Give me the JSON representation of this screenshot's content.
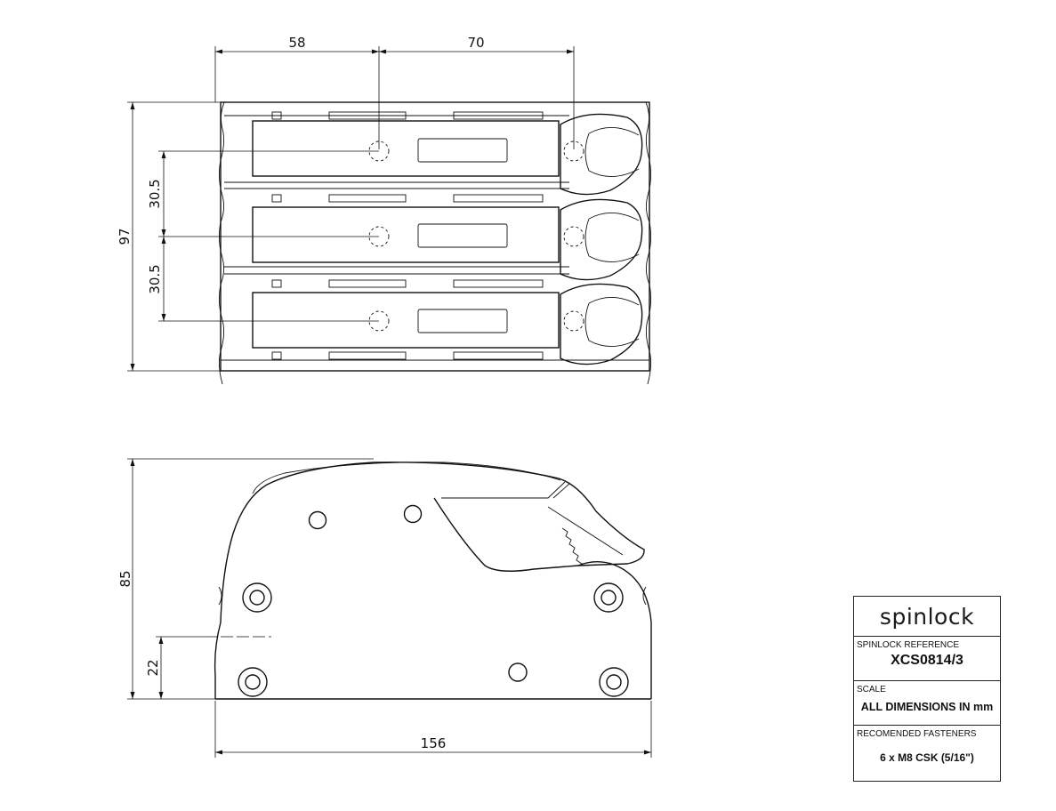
{
  "drawing": {
    "top_view": {
      "dim_width_left": "58",
      "dim_width_right": "70",
      "dim_height_total": "97",
      "dim_pitch_upper": "30.5",
      "dim_pitch_lower": "30.5"
    },
    "side_view": {
      "dim_height": "85",
      "dim_base_height": "22",
      "dim_length": "156"
    }
  },
  "title_block": {
    "logo": "spinlock",
    "reference_label": "SPINLOCK REFERENCE",
    "reference_value": "XCS0814/3",
    "scale_label": "SCALE",
    "scale_value": "ALL DIMENSIONS IN mm",
    "fasteners_label": "RECOMENDED FASTENERS",
    "fasteners_value": "6 x M8 CSK (5/16\")"
  }
}
